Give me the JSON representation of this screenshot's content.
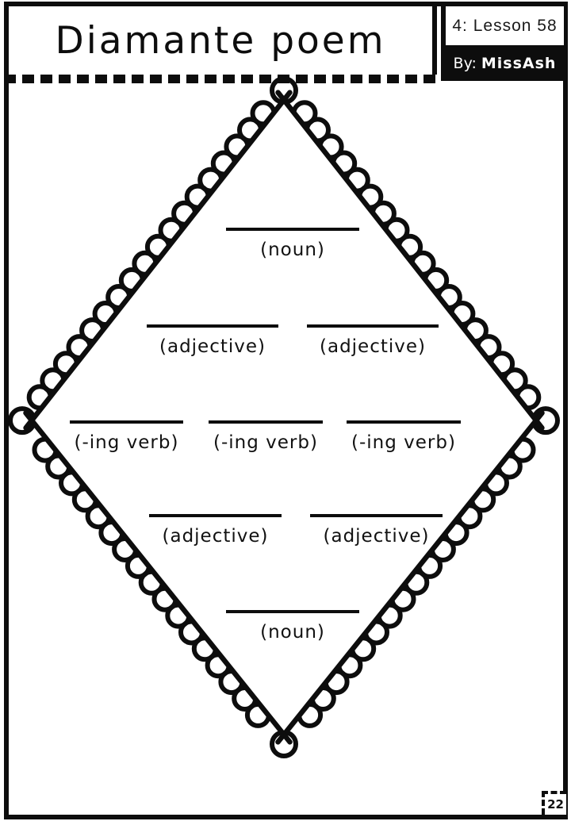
{
  "header": {
    "title": "Diamante poem",
    "lesson": "4: Lesson 58",
    "by_label": "By:",
    "author": "MissAsh"
  },
  "diamond": {
    "rows": [
      {
        "fields": [
          {
            "label": "(noun)"
          }
        ]
      },
      {
        "fields": [
          {
            "label": "(adjective)"
          },
          {
            "label": "(adjective)"
          }
        ]
      },
      {
        "fields": [
          {
            "label": "(-ing verb)"
          },
          {
            "label": "(-ing verb)"
          },
          {
            "label": "(-ing verb)"
          }
        ]
      },
      {
        "fields": [
          {
            "label": "(adjective)"
          },
          {
            "label": "(adjective)"
          }
        ]
      },
      {
        "fields": [
          {
            "label": "(noun)"
          }
        ]
      }
    ]
  },
  "footer": {
    "page_number": "22"
  },
  "colors": {
    "ink": "#0d0d0d",
    "paper": "#ffffff"
  }
}
